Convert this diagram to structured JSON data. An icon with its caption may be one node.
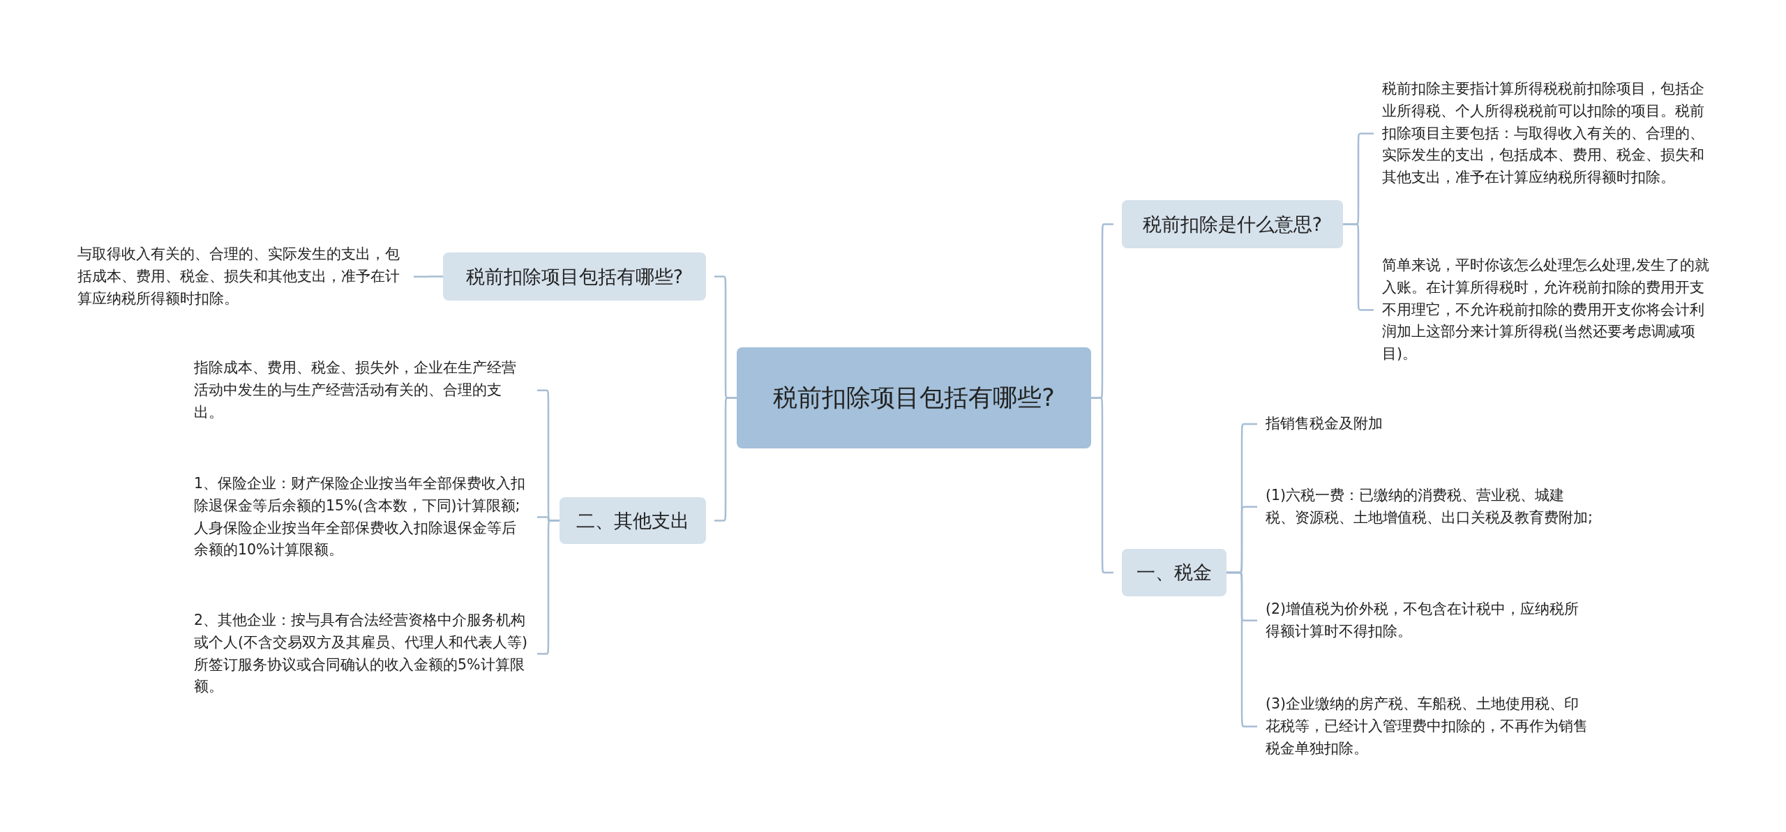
{
  "diagram": {
    "nodes": [
      {
        "text": [
          "税前扣除项目包括有哪些?"
        ]
      },
      {
        "text": [
          "税前扣除项目包括有哪些?"
        ]
      },
      {
        "text": [
          "与取得收入有关的、合理的、实际发生的支出，包括成本、费用、税金、损失和其他支出，准予在计算应纳税所得额时扣除。"
        ]
      },
      {
        "text": [
          "二、其他支出"
        ]
      },
      {
        "text": [
          "指除成本、费用、税金、损失外，企业在生产经营活动中发生的与生产经营活动有关的、合理的支出。"
        ]
      },
      {
        "text": [
          "1、保险企业：财产保险企业按当年全部保费收入扣除退保金等后余额的15%(含本数，下同)计算限额;人身保险企业按当年全部保费收入扣除退保金等后余额的10%计算限额。"
        ]
      },
      {
        "text": [
          "2、其他企业：按与具有合法经营资格中介服务机构或个人(不含交易双方及其雇员、代理人和代表人等)所签订服务协议或合同确认的收入金额的5%计算限额。"
        ]
      },
      {
        "text": [
          "税前扣除是什么意思?"
        ]
      },
      {
        "text": [
          "税前扣除主要指计算所得税税前扣除项目，包括企业所得税、个人所得税税前可以扣除的项目。税前扣除项目主要包括：与取得收入有关的、合理的、实际发生的支出，包括成本、费用、税金、损失和其他支出，准予在计算应纳税所得额时扣除。"
        ]
      },
      {
        "text": [
          "简单来说，平时你该怎么处理怎么处理,发生了的就入账。在计算所得税时，允许税前扣除的费用开支不用理它，不允许税前扣除的费用开支你将会计利润加上这部分来计算所得税(当然还要考虑调减项目)。"
        ]
      },
      {
        "text": [
          "一、税金"
        ]
      },
      {
        "text": [
          "指销售税金及附加"
        ]
      },
      {
        "text": [
          "(1)六税一费：已缴纳的消费税、营业税、城建税、资源税、土地增值税、出口关税及教育费附加;"
        ]
      },
      {
        "text": [
          "(2)增值税为价外税，不包含在计税中，应纳税所得额计算时不得扣除。"
        ]
      },
      {
        "text": [
          "(3)企业缴纳的房产税、车船税、土地使用税、印花税等，已经计入管理费中扣除的，不再作为销售税金单独扣除。"
        ]
      }
    ],
    "edges": [
      {
        "from": 0,
        "to": 1,
        "arrow": "none"
      },
      {
        "from": 1,
        "to": 2,
        "arrow": "none"
      },
      {
        "from": 0,
        "to": 3,
        "arrow": "none"
      },
      {
        "from": 3,
        "to": 4,
        "arrow": "none"
      },
      {
        "from": 3,
        "to": 5,
        "arrow": "none"
      },
      {
        "from": 3,
        "to": 6,
        "arrow": "none"
      },
      {
        "from": 0,
        "to": 7,
        "arrow": "none"
      },
      {
        "from": 7,
        "to": 8,
        "arrow": "none"
      },
      {
        "from": 7,
        "to": 9,
        "arrow": "none"
      },
      {
        "from": 0,
        "to": 10,
        "arrow": "none"
      },
      {
        "from": 10,
        "to": 11,
        "arrow": "none"
      },
      {
        "from": 10,
        "to": 12,
        "arrow": "none"
      },
      {
        "from": 10,
        "to": 13,
        "arrow": "none"
      },
      {
        "from": 10,
        "to": 14,
        "arrow": "none"
      }
    ]
  }
}
